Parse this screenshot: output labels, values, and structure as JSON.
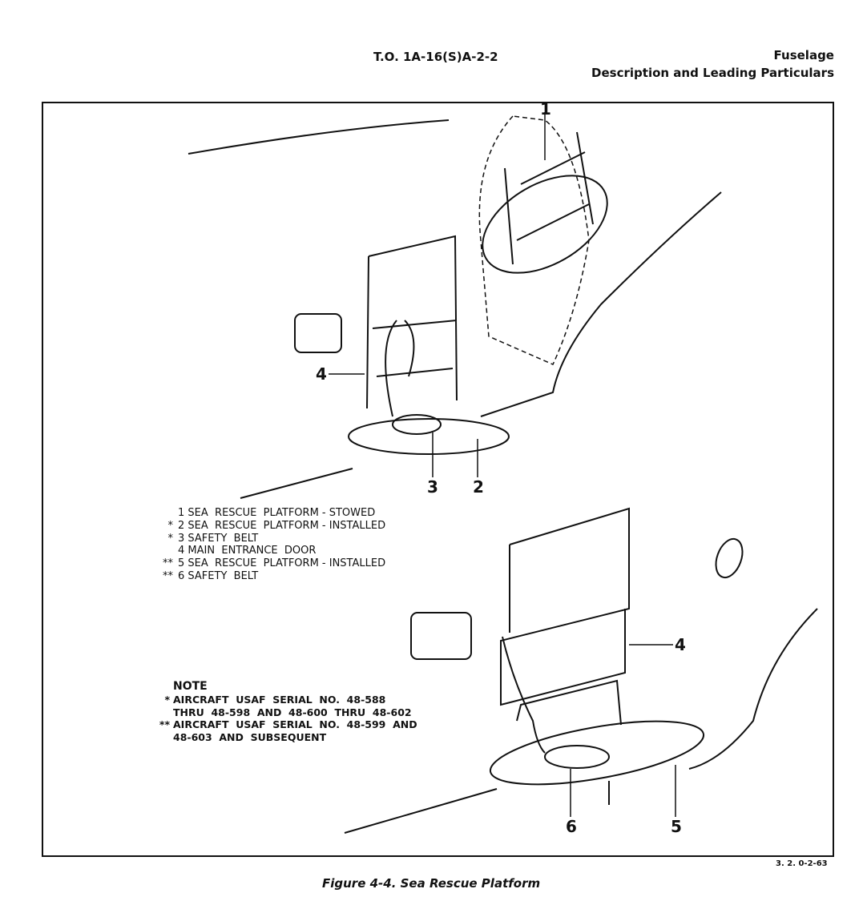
{
  "header": {
    "doc_number": "T.O. 1A-16(S)A-2-2",
    "section": "Fuselage",
    "subsection": "Description and Leading Particulars"
  },
  "callouts": {
    "stowed": "1",
    "platform_installed_a": "2",
    "belt_a": "3",
    "door_a": "4",
    "door_b": "4",
    "platform_installed_b": "5",
    "belt_b": "6"
  },
  "legend": [
    {
      "mark": " ",
      "num": "1",
      "text": "SEA  RESCUE  PLATFORM - STOWED"
    },
    {
      "mark": "*",
      "num": "2",
      "text": "SEA  RESCUE  PLATFORM - INSTALLED"
    },
    {
      "mark": "*",
      "num": "3",
      "text": "SAFETY  BELT"
    },
    {
      "mark": " ",
      "num": "4",
      "text": "MAIN  ENTRANCE  DOOR"
    },
    {
      "mark": "**",
      "num": "5",
      "text": "SEA  RESCUE  PLATFORM - INSTALLED"
    },
    {
      "mark": "**",
      "num": "6",
      "text": "SAFETY  BELT"
    }
  ],
  "note": {
    "title": "NOTE",
    "items": [
      {
        "mark": "*",
        "line1": "AIRCRAFT  USAF  SERIAL  NO.  48-588",
        "line2": "THRU  48-598  AND  48-600  THRU  48-602"
      },
      {
        "mark": "**",
        "line1": "AIRCRAFT  USAF  SERIAL  NO.  48-599  AND",
        "line2": "48-603  AND  SUBSEQUENT"
      }
    ]
  },
  "drawing_code": "3. 2. 0-2-63",
  "caption": "Figure 4-4.  Sea Rescue Platform"
}
